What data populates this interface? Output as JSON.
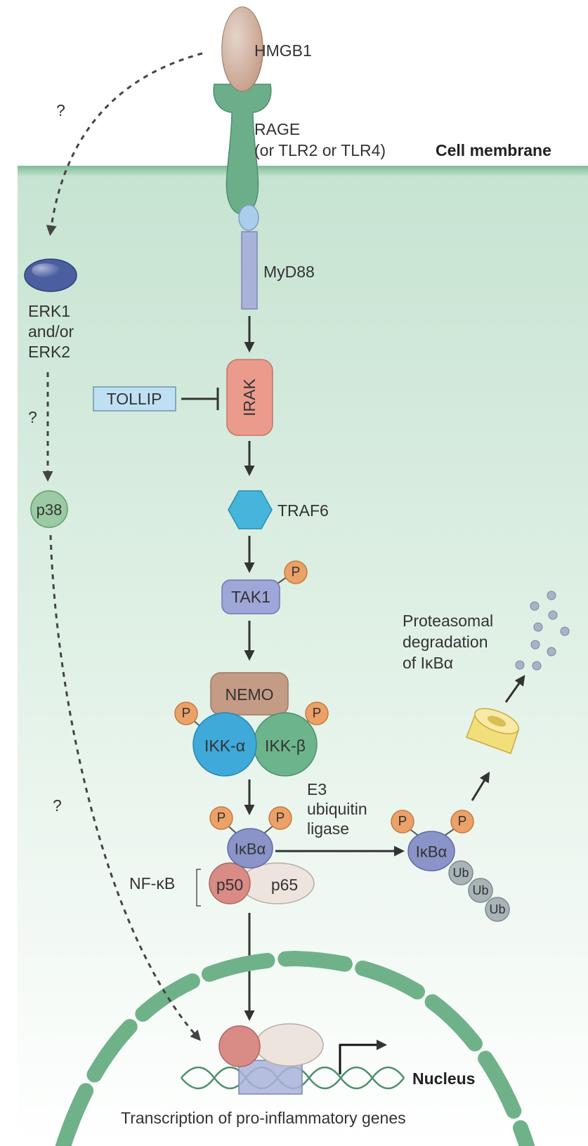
{
  "labels": {
    "hmgb1": "HMGB1",
    "rage_line1": "RAGE",
    "rage_line2": "(or TLR2 or TLR4)",
    "cell_membrane": "Cell membrane",
    "myd88": "MyD88",
    "erk_line1": "ERK1",
    "erk_line2": "and/or",
    "erk_line3": "ERK2",
    "q1": "?",
    "q2": "?",
    "q3": "?",
    "tollip": "TOLLIP",
    "irak": "IRAK",
    "p38": "p38",
    "traf6": "TRAF6",
    "tak1": "TAK1",
    "p": "P",
    "proteasome_line1": "Proteasomal",
    "proteasome_line2": "degradation",
    "proteasome_line3": "of IκBα",
    "nemo": "NEMO",
    "ikk_alpha": "IKK-α",
    "ikk_beta": "IKK-β",
    "e3_line1": "E3",
    "e3_line2": "ubiquitin",
    "e3_line3": "ligase",
    "ikba": "IκBα",
    "nfkb": "NF-κB",
    "p50": "p50",
    "p65": "p65",
    "ub": "Ub",
    "nucleus": "Nucleus",
    "transcription": "Transcription of pro-inflammatory genes"
  },
  "colors": {
    "membrane": "#8fc4a5",
    "cytoplasm_top": "#c6e3d1",
    "cytoplasm_bottom": "#ffffff",
    "rage": "#6cae8a",
    "hmgb1": "#c6a08a",
    "myd88": "#a9b3d9",
    "irak": "#ea9b8c",
    "tollip": "#bfe0f2",
    "traf6": "#45b5db",
    "tak1": "#9fa6d8",
    "phospho": "#eba168",
    "nemo": "#c49c86",
    "ikk_alpha": "#3fa9d9",
    "ikk_beta": "#6cb58c",
    "ikba": "#8a94c8",
    "p50": "#d98b86",
    "p65": "#ede4dd",
    "ub": "#a9b4b9",
    "erk": "#4a5ea0",
    "p38": "#9ccaa4",
    "proteasome": "#f3de7c",
    "nuclear_envelope": "#6fb289",
    "arrow": "#333333"
  }
}
